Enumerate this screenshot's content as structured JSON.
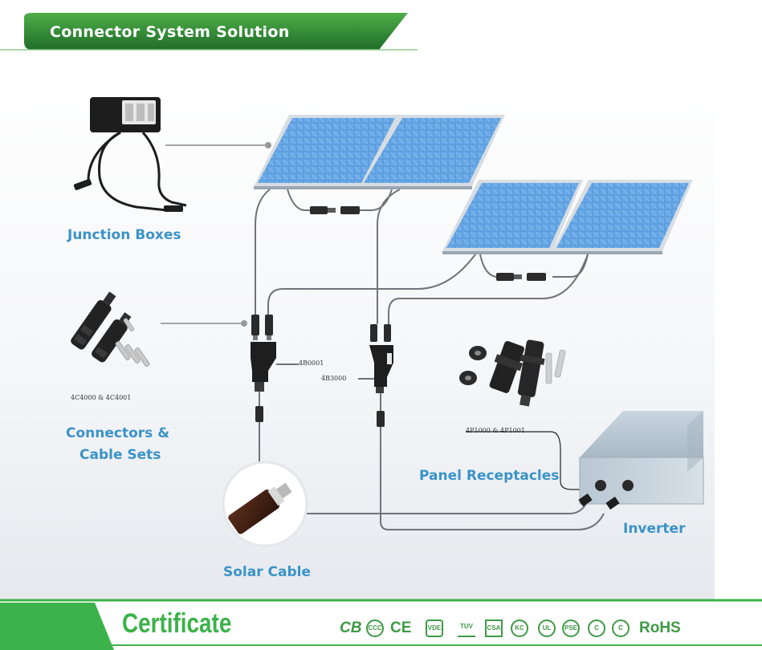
{
  "header": {
    "title": "Connector System Solution"
  },
  "labels": {
    "junction_boxes": "Junction Boxes",
    "connectors_line1": "Connectors &",
    "connectors_line2": "Cable Sets",
    "panel_receptacles": "Panel Receptacles",
    "solar_cable": "Solar Cable",
    "inverter": "Inverter"
  },
  "part_numbers": {
    "connector_set": "4C4000 & 4C4001",
    "y_branch_top": "4B0001",
    "y_branch_fuse": "4B3000",
    "receptacle": "4P1000 & 4P1001"
  },
  "footer": {
    "certificate": "Certificate",
    "marks": [
      "CB",
      "CCC",
      "CE",
      "VDE",
      "TUV",
      "CSA",
      "KC",
      "UL",
      "PSE",
      "RoHS"
    ],
    "rohs": "RoHS"
  },
  "colors": {
    "brand_green": "#3bb24a",
    "header_green": "#2f8f3a",
    "label_blue": "#3a93c8",
    "panel_blue": "#4a8fd8"
  },
  "icons": [
    "junction-box-icon",
    "connector-pair-icon",
    "receptacle-set-icon",
    "solar-panel-icon",
    "inverter-icon",
    "cable-cross-section-icon"
  ]
}
